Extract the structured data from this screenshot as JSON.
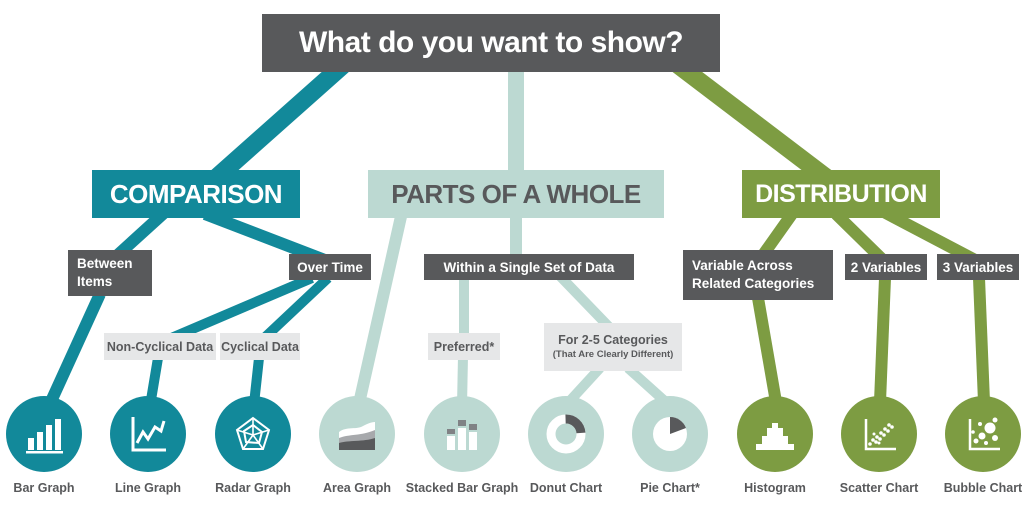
{
  "root": {
    "question": "What do you want to show?"
  },
  "branches": {
    "comparison": {
      "label": "COMPARISON"
    },
    "parts": {
      "label": "PARTS OF A WHOLE"
    },
    "distribution": {
      "label": "DISTRIBUTION"
    }
  },
  "categories": {
    "between_items": {
      "line1": "Between",
      "line2": "Items"
    },
    "over_time": {
      "label": "Over Time"
    },
    "within_single_set": {
      "label": "Within a Single Set of Data"
    },
    "variable_across": {
      "line1": "Variable Across",
      "line2": "Related Categories"
    },
    "two_variables": {
      "label": "2 Variables"
    },
    "three_variables": {
      "label": "3 Variables"
    }
  },
  "qualifiers": {
    "non_cyclical": {
      "label": "Non-Cyclical Data"
    },
    "cyclical": {
      "label": "Cyclical Data"
    },
    "preferred": {
      "label": "Preferred*"
    },
    "for_2_5": {
      "label": "For 2-5 Categories",
      "sub": "(That Are Clearly Different)"
    }
  },
  "charts": [
    {
      "label": "Bar Graph",
      "icon": "bar-graph-icon",
      "group": "comparison"
    },
    {
      "label": "Line Graph",
      "icon": "line-graph-icon",
      "group": "comparison"
    },
    {
      "label": "Radar Graph",
      "icon": "radar-graph-icon",
      "group": "comparison"
    },
    {
      "label": "Area Graph",
      "icon": "area-graph-icon",
      "group": "parts-of-a-whole"
    },
    {
      "label": "Stacked Bar Graph",
      "icon": "stacked-bar-graph-icon",
      "group": "parts-of-a-whole"
    },
    {
      "label": "Donut Chart",
      "icon": "donut-chart-icon",
      "group": "parts-of-a-whole"
    },
    {
      "label": "Pie Chart*",
      "icon": "pie-chart-icon",
      "group": "parts-of-a-whole"
    },
    {
      "label": "Histogram",
      "icon": "histogram-icon",
      "group": "distribution"
    },
    {
      "label": "Scatter Chart",
      "icon": "scatter-chart-icon",
      "group": "distribution"
    },
    {
      "label": "Bubble Chart",
      "icon": "bubble-chart-icon",
      "group": "distribution"
    }
  ],
  "colors": {
    "teal": "#12899A",
    "mint": "#BCD9D2",
    "olive": "#7D9C42",
    "dark_gray": "#58595B",
    "light_gray": "#E6E7E8",
    "background": "#FFFFFF"
  }
}
